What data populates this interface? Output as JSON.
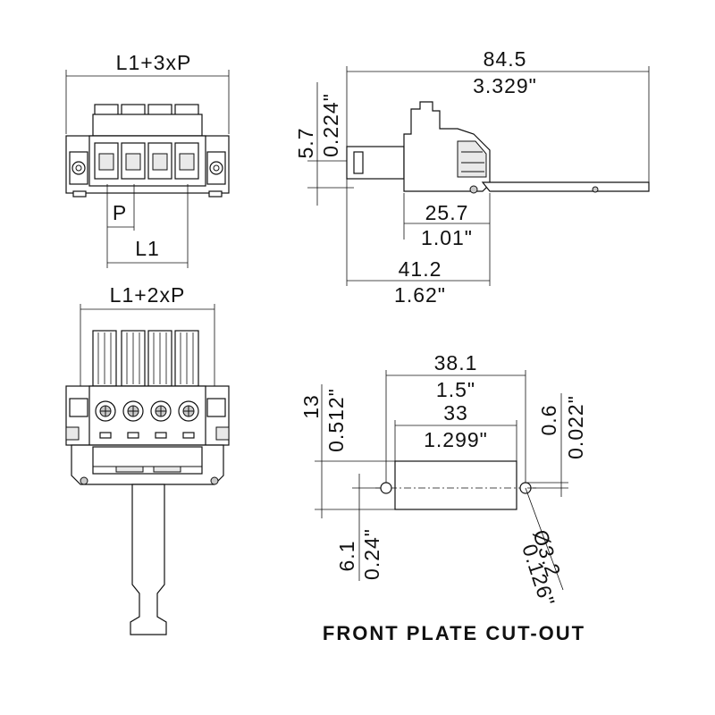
{
  "front_view": {
    "top_dim": "L1+3xP",
    "pitch_dim": "P",
    "bottom_dim": "L1"
  },
  "side_view": {
    "overall_mm": "84.5",
    "overall_in": "3.329\"",
    "height_mm": "5.7",
    "height_in": "0.224\"",
    "mid_mm": "25.7",
    "mid_in": "1.01\"",
    "body_mm": "41.2",
    "body_in": "1.62\""
  },
  "top_view": {
    "top_dim": "L1+2xP"
  },
  "cutout": {
    "outer_mm": "38.1",
    "outer_in": "1.5\"",
    "inner_mm": "33",
    "inner_in": "1.299\"",
    "height_mm": "13",
    "height_in": "0.512\"",
    "offset_mm": "0.6",
    "offset_in": "0.022\"",
    "lower_mm": "6.1",
    "lower_in": "0.24\"",
    "hole_mm": "Ø3.2",
    "hole_in": "0.126\"",
    "caption": "FRONT PLATE CUT-OUT"
  }
}
